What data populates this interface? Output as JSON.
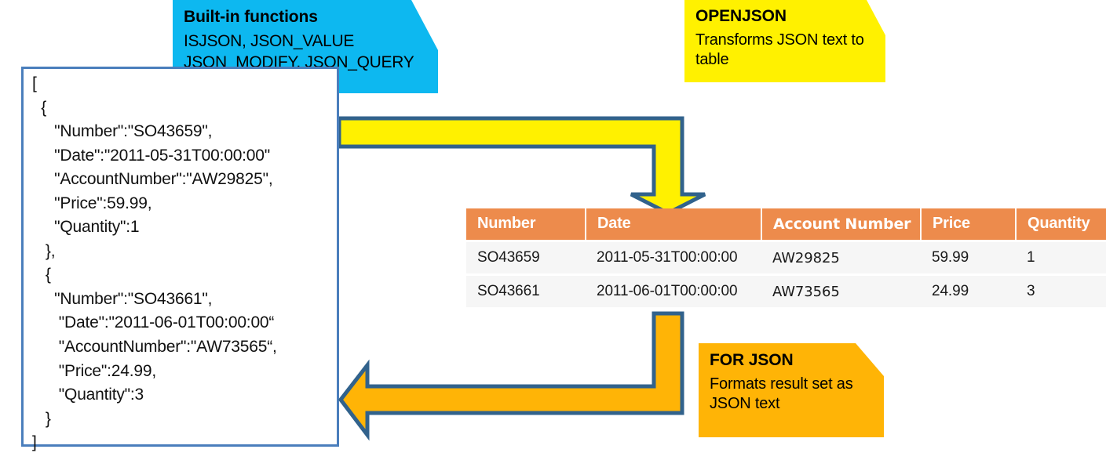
{
  "callouts": {
    "builtin": {
      "title": "Built-in functions",
      "line1": "ISJSON, JSON_VALUE",
      "line2": "JSON_MODIFY, JSON_QUERY",
      "color": "#0DB8F0"
    },
    "openjson": {
      "title": "OPENJSON",
      "body": "Transforms JSON text to table",
      "color": "#FFF100"
    },
    "forjson": {
      "title": "FOR JSON",
      "body": "Formats result set as JSON text",
      "color": "#FFB406"
    }
  },
  "json_document": {
    "text": "[\n  {\n     \"Number\":\"SO43659\",\n     \"Date\":\"2011-05-31T00:00:00\"\n     \"AccountNumber\":\"AW29825\",\n     \"Price\":59.99,\n     \"Quantity\":1\n   },\n   {\n     \"Number\":\"SO43661\",\n      \"Date\":\"2011-06-01T00:00:00“\n      \"AccountNumber\":\"AW73565“,\n      \"Price\":24.99,\n      \"Quantity\":3\n   }\n]",
    "border_color": "#4A7EBC"
  },
  "table": {
    "columns": [
      "Number",
      "Date",
      "Account Number",
      "Price",
      "Quantity"
    ],
    "rows": [
      [
        "SO43659",
        "2011-05-31T00:00:00",
        "AW29825",
        "59.99",
        "1"
      ],
      [
        "SO43661",
        "2011-06-01T00:00:00",
        "AW73565",
        "24.99",
        "3"
      ]
    ],
    "header_color": "#ED8B4C",
    "row_color": "#F6F6F6"
  },
  "arrows": {
    "down": {
      "name": "json-to-table-arrow",
      "fill": "#FFF100",
      "stroke": "#31628C",
      "direction": "down"
    },
    "left": {
      "name": "table-to-json-arrow",
      "fill": "#FFB406",
      "stroke": "#31628C",
      "direction": "left"
    }
  }
}
